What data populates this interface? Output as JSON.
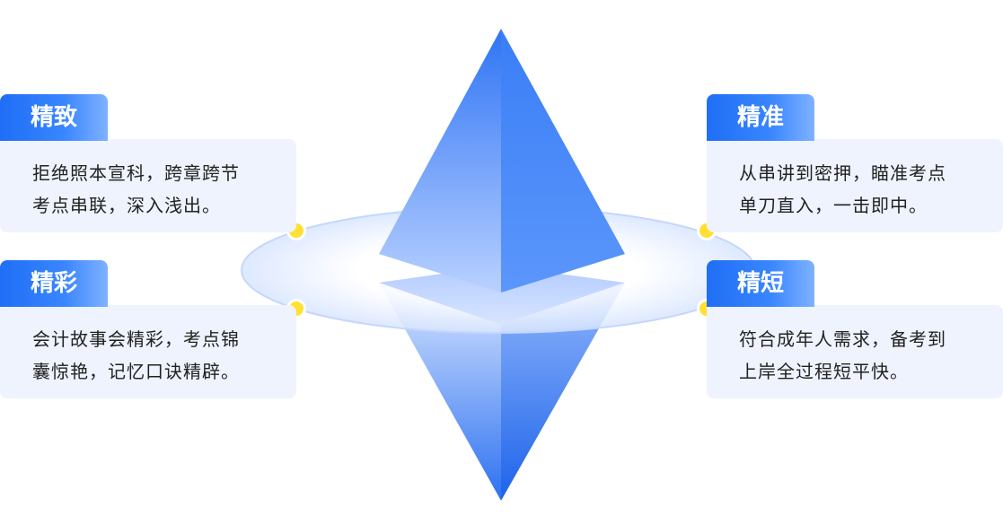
{
  "colors": {
    "accent": "#2d7bff",
    "tab_start": "#1f6ef5",
    "tab_end": "#7fb2ff",
    "card_bg": "#eef3fd",
    "dot": "#ffe033"
  },
  "cards": [
    {
      "title": "精致",
      "line1": "拒绝照本宣科，跨章跨节",
      "line2": "考点串联，深入浅出。"
    },
    {
      "title": "精彩",
      "line1": "会计故事会精彩，考点锦",
      "line2": "囊惊艳，记忆口诀精辟。"
    },
    {
      "title": "精准",
      "line1": "从串讲到密押，瞄准考点",
      "line2": "单刀直入，一击即中。"
    },
    {
      "title": "精短",
      "line1": "符合成年人需求，备考到",
      "line2": "上岸全过程短平快。"
    }
  ]
}
